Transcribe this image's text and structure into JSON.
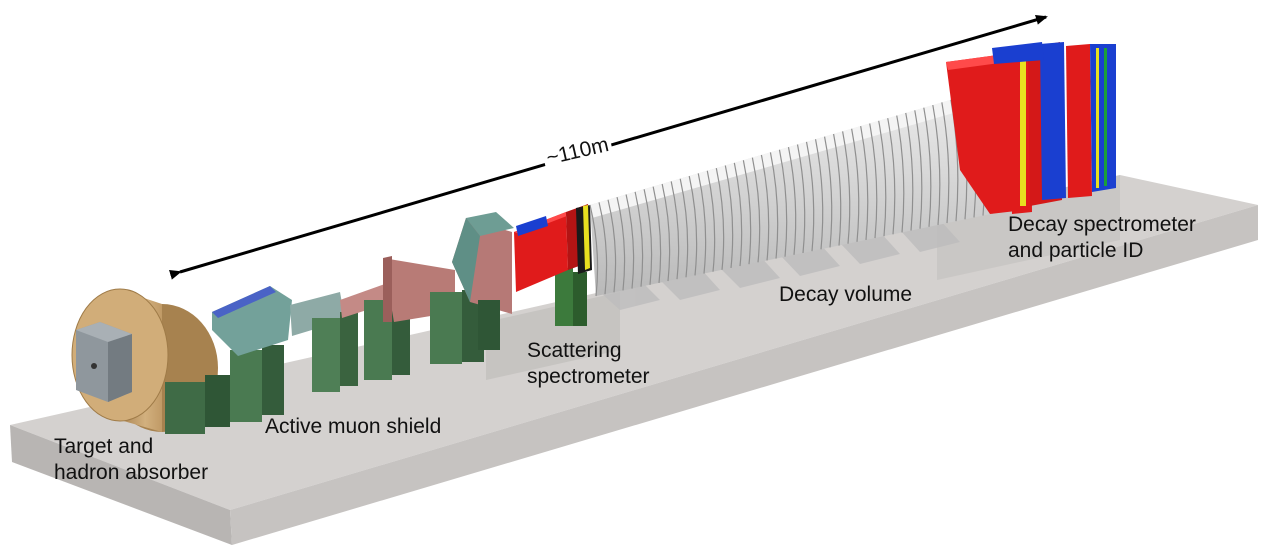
{
  "diagram": {
    "length_label": "~110m",
    "components": [
      {
        "id": "target",
        "label": "Target and\nhadron absorber"
      },
      {
        "id": "muon",
        "label": "Active muon shield"
      },
      {
        "id": "scatter",
        "label": "Scattering\nspectrometer"
      },
      {
        "id": "decayvol",
        "label": "Decay volume"
      },
      {
        "id": "decayspec",
        "label": "Decay spectrometer\nand particle ID"
      }
    ]
  },
  "colors": {
    "floor": "#cfccca",
    "absorber": "#c9a574",
    "target": "#8e969c",
    "magnet_green": "#4f7c55",
    "magnet_pink": "#b37370",
    "magnet_teal": "#6d9a91",
    "scatter_red": "#e01b1b",
    "vessel": "#d6d6d6",
    "blue": "#1a3fd0",
    "yellow": "#e8e020"
  }
}
